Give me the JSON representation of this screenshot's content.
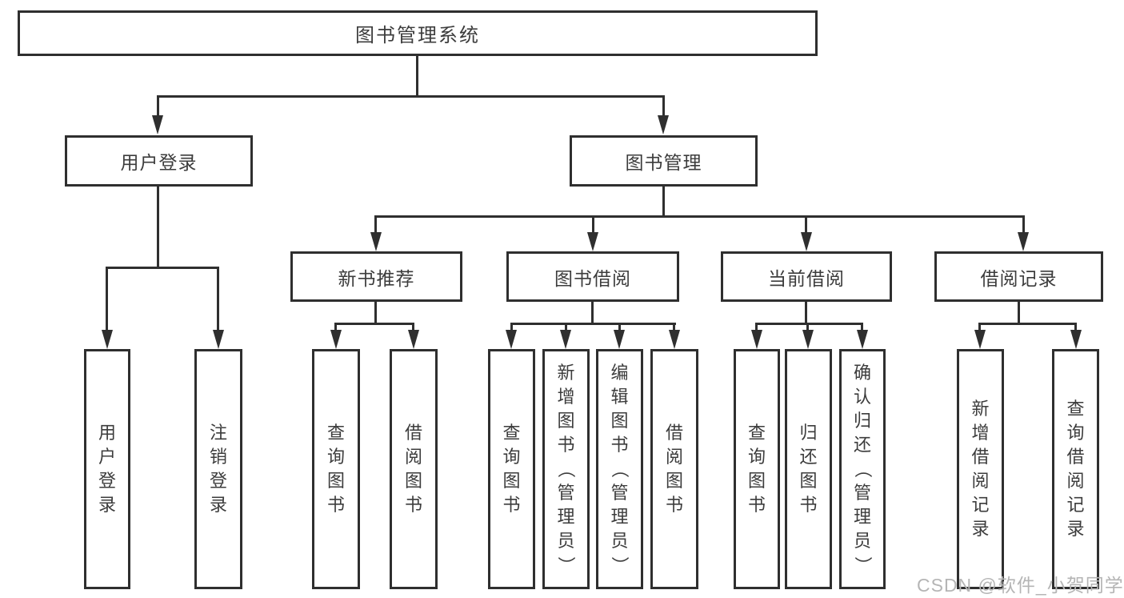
{
  "diagram": {
    "title": "图书管理系统",
    "root": {
      "label": "图书管理系统",
      "children": [
        {
          "label": "用户登录",
          "children": [
            {
              "label": "用户登录"
            },
            {
              "label": "注销登录"
            }
          ]
        },
        {
          "label": "图书管理",
          "children": [
            {
              "label": "新书推荐",
              "children": [
                {
                  "label": "查询图书"
                },
                {
                  "label": "借阅图书"
                }
              ]
            },
            {
              "label": "图书借阅",
              "children": [
                {
                  "label": "查询图书"
                },
                {
                  "label": "新增图书（管理员）"
                },
                {
                  "label": "编辑图书（管理员）"
                },
                {
                  "label": "借阅图书"
                }
              ]
            },
            {
              "label": "当前借阅",
              "children": [
                {
                  "label": "查询图书"
                },
                {
                  "label": "归还图书"
                },
                {
                  "label": "确认归还（管理员）"
                }
              ]
            },
            {
              "label": "借阅记录",
              "children": [
                {
                  "label": "新增借阅记录"
                },
                {
                  "label": "查询借阅记录"
                }
              ]
            }
          ]
        }
      ]
    }
  },
  "watermark": {
    "text": "CSDN @软件_小贺同学"
  },
  "colors": {
    "line": "#2f2f2f",
    "box_border": "#2f2f2f",
    "text": "#3c3c3c",
    "watermark": "#b5b5b5",
    "background": "#ffffff"
  }
}
